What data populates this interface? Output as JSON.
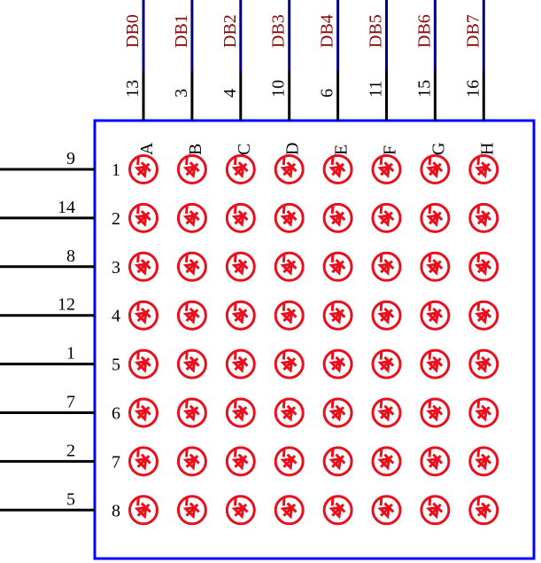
{
  "columns": [
    {
      "net": "DB0",
      "pin": "13",
      "letter": "A"
    },
    {
      "net": "DB1",
      "pin": "3",
      "letter": "B"
    },
    {
      "net": "DB2",
      "pin": "4",
      "letter": "C"
    },
    {
      "net": "DB3",
      "pin": "10",
      "letter": "D"
    },
    {
      "net": "DB4",
      "pin": "6",
      "letter": "E"
    },
    {
      "net": "DB5",
      "pin": "11",
      "letter": "F"
    },
    {
      "net": "DB6",
      "pin": "15",
      "letter": "G"
    },
    {
      "net": "DB7",
      "pin": "16",
      "letter": "H"
    }
  ],
  "rows": [
    {
      "pin": "9",
      "label": "1"
    },
    {
      "pin": "14",
      "label": "2"
    },
    {
      "pin": "8",
      "label": "3"
    },
    {
      "pin": "12",
      "label": "4"
    },
    {
      "pin": "1",
      "label": "5"
    },
    {
      "pin": "7",
      "label": "6"
    },
    {
      "pin": "2",
      "label": "7"
    },
    {
      "pin": "5",
      "label": "8"
    }
  ],
  "colors": {
    "body": "#0000ff",
    "net_wire": "#000080",
    "pin_wire": "#000000",
    "led": "#e8101c",
    "net_label": "#8b0000"
  }
}
